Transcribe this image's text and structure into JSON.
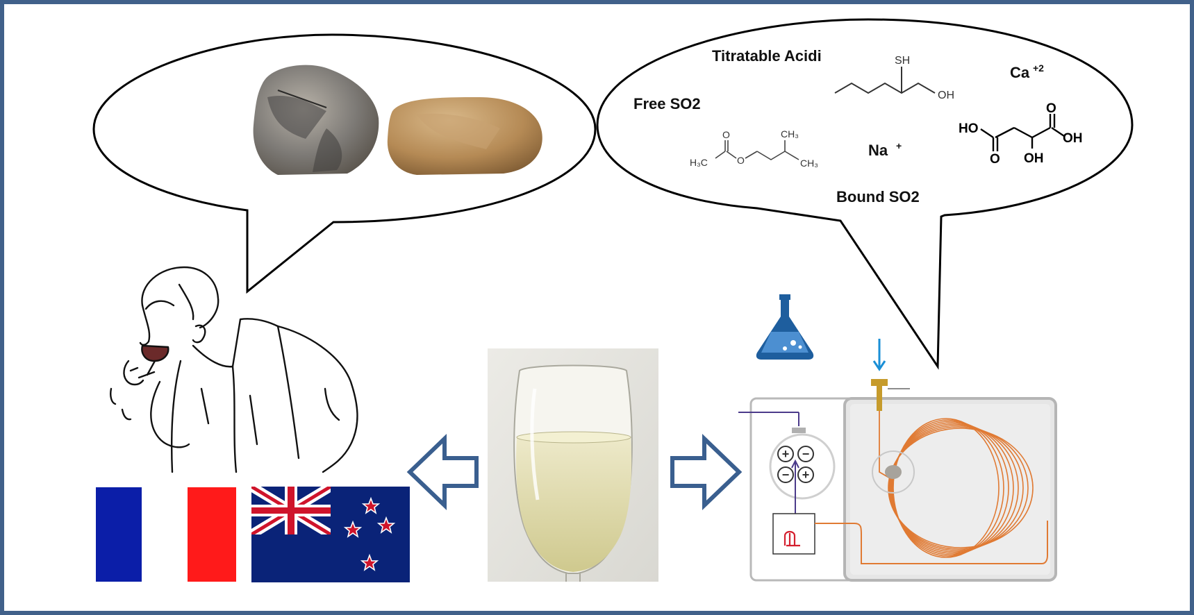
{
  "figure": {
    "border_color": "#41618a",
    "accent_blue": "#3a5f8f",
    "flask_blue": "#1e5e9e",
    "coil_orange": "#e07a33"
  },
  "analysis_bubble": {
    "labels": {
      "titratable_acidity": "Titratable Acidi",
      "free_so2": "Free SO2",
      "bound_so2": "Bound SO2",
      "sodium": "Na",
      "sodium_charge": "+",
      "calcium": "Ca",
      "calcium_charge": "+2"
    },
    "thiol_atoms": {
      "sh": "SH",
      "oh": "OH"
    },
    "ester_atoms": {
      "ch3_left": "H₃C",
      "o_carbonyl": "O",
      "o_ether": "O",
      "ch3_top": "CH₃",
      "ch3_right": "CH₃"
    },
    "malic_atoms": {
      "ho_left": "HO",
      "o_left": "O",
      "oh_mid": "OH",
      "o_top": "O",
      "oh_right": "OH"
    }
  },
  "device_icons": {
    "plus_symbol": "+",
    "minus_symbol": "−"
  }
}
